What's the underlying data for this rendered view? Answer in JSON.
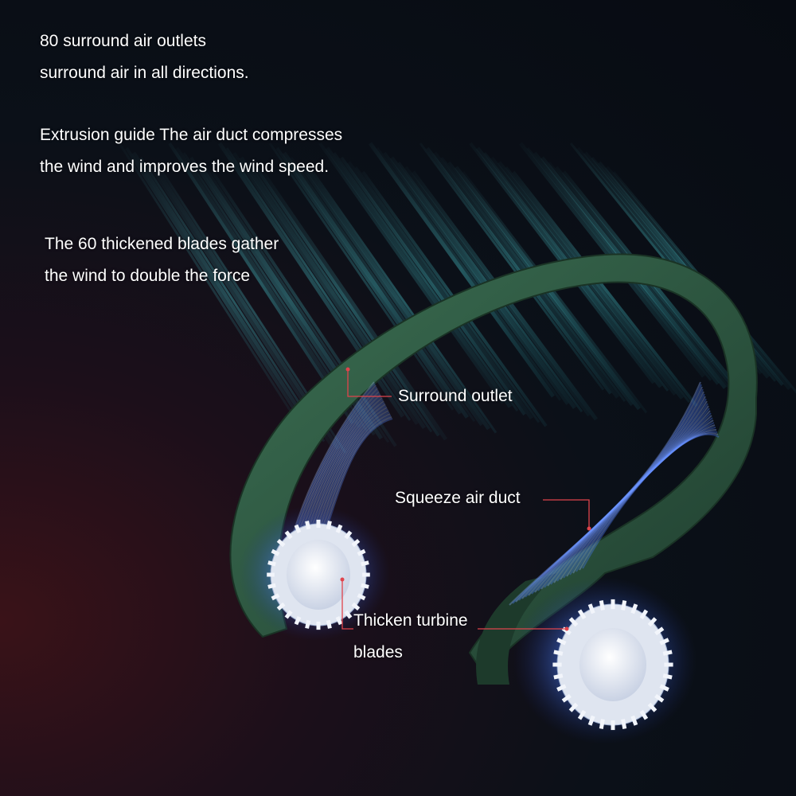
{
  "captions": {
    "outlets": {
      "line1": "80 surround air outlets",
      "line2": "surround air in all directions."
    },
    "extrusion": {
      "line1": "Extrusion guide The air duct compresses",
      "line2": "the wind and improves the wind speed."
    },
    "blades": {
      "line1": "The 60 thickened blades gather",
      "line2": "the wind to double the force"
    }
  },
  "callouts": {
    "surround_outlet": "Surround outlet",
    "squeeze_air_duct": "Squeeze air duct",
    "turbine_line1": "Thicken turbine",
    "turbine_line2": "blades"
  },
  "colors": {
    "band_green": "#2f5a44",
    "airflow_cyan": "#4fd6dc",
    "airflow_blue": "#4a7cff",
    "leader_red": "#e0444c",
    "turbine_white": "#e8ecf4"
  }
}
